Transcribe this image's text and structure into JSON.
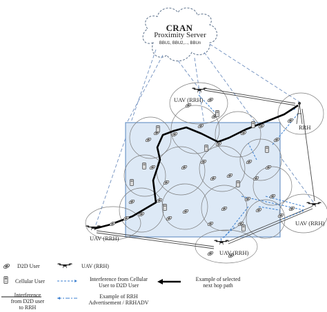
{
  "cloud": {
    "title": "CRAN",
    "subtitle": "Proximity Server",
    "bbu_list": "BBU1, BBU2,..., BBUn"
  },
  "labels": {
    "uav_top": "UAV (RRH)",
    "rrh_right": "RRH",
    "uav_left": "UAV (RRH)",
    "uav_bottom_right": "UAV (RRH)",
    "uav_bottom": "UAV (RRH)"
  },
  "legend": {
    "d2d_user": "D2D User",
    "uav_rrh": "UAV (RRH)",
    "cellular_user": "Cellular User",
    "interference_cellular": [
      "Interference from Cellular",
      "User to D2D User"
    ],
    "selected_path": [
      "Example of selected",
      "next hop path"
    ],
    "interference_d2d": [
      "Interference",
      "from D2D user",
      "to RRH"
    ],
    "rrh_adv": [
      "Example of RRH",
      "Advertisement / RRHADV"
    ]
  },
  "colors": {
    "dashed_blue": "#3a7fd0",
    "grid_fill": "#dde9f6",
    "grid_border": "#6d96c9",
    "path": "#000000",
    "circle": "#7a7a7a"
  }
}
